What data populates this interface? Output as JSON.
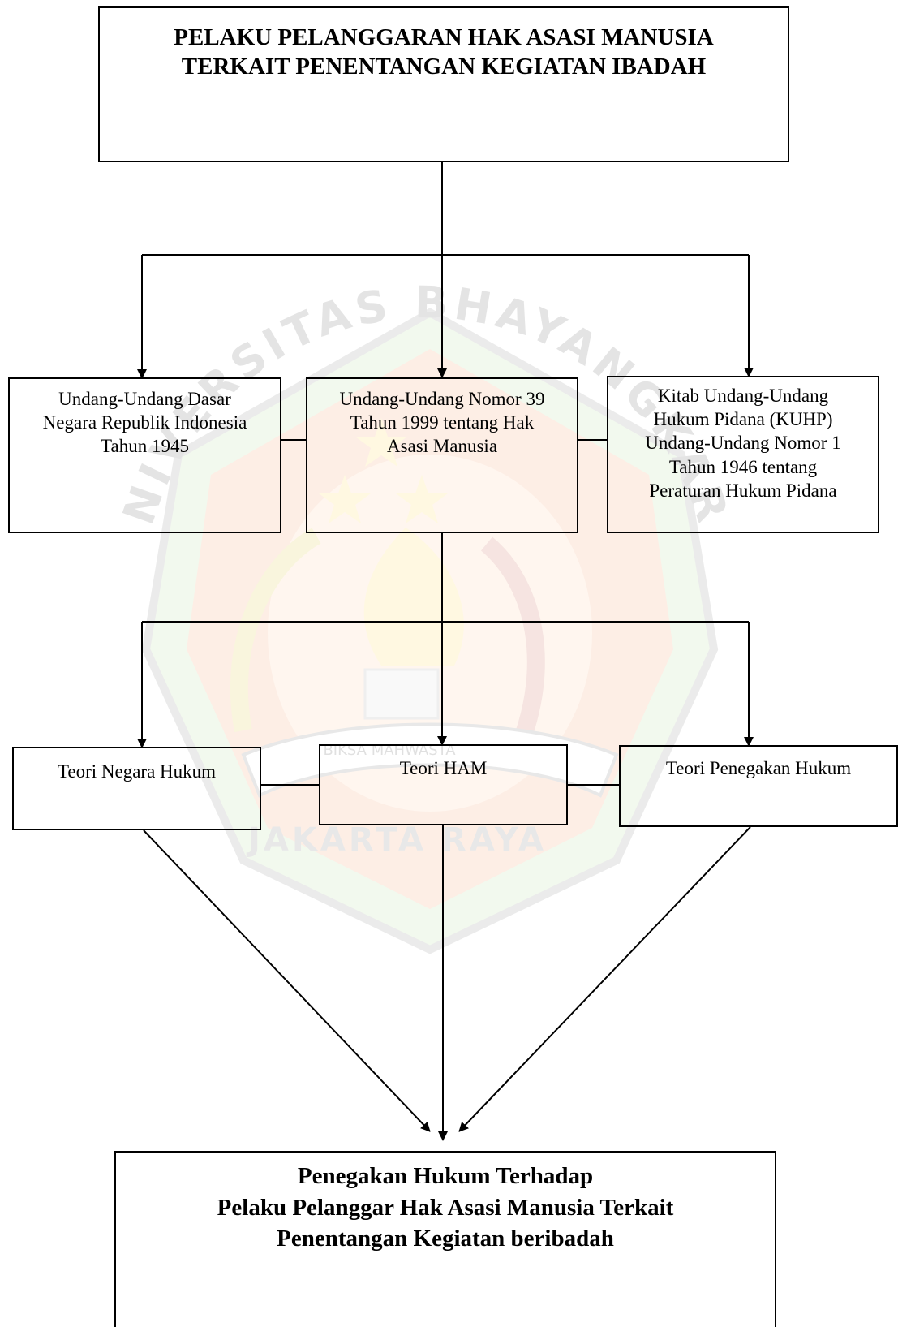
{
  "diagram": {
    "top_box": {
      "line1": "PELAKU PELANGGARAN HAK ASASI MANUSIA",
      "line2": "TERKAIT PENENTANGAN KEGIATAN IBADAH"
    },
    "laws": [
      {
        "lines": [
          "Undang-Undang Dasar",
          "Negara Republik Indonesia",
          "Tahun 1945"
        ]
      },
      {
        "lines": [
          "Undang-Undang Nomor 39",
          "Tahun 1999 tentang Hak",
          "Asasi Manusia"
        ]
      },
      {
        "lines": [
          "Kitab Undang-Undang",
          "Hukum Pidana (KUHP)",
          "Undang-Undang Nomor 1",
          "Tahun 1946 tentang",
          "Peraturan Hukum Pidana"
        ]
      }
    ],
    "theories": [
      {
        "label": "Teori Negara Hukum"
      },
      {
        "label": "Teori HAM"
      },
      {
        "label": "Teori Penegakan Hukum"
      }
    ],
    "bottom_box": {
      "line1": "Penegakan Hukum Terhadap",
      "line2": "Pelaku Pelanggar Hak Asasi Manusia Terkait",
      "line3": "Penentangan Kegiatan beribadah"
    }
  },
  "watermark": {
    "arc_text": "UNIVERSITAS BHAYANGKARA",
    "ribbon_text": "BIKSA MAHWASTA",
    "bottom_text": "JAKARTA RAYA"
  }
}
